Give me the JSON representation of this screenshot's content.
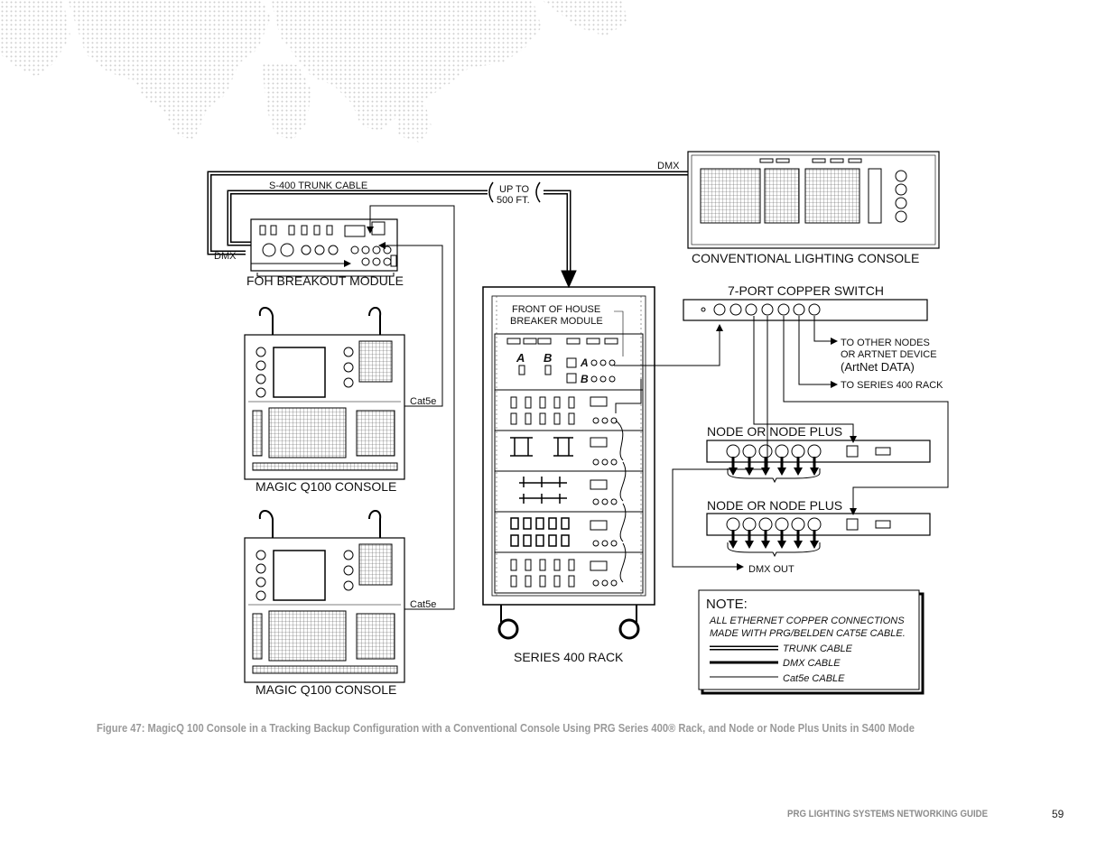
{
  "labels": {
    "dmx_top": "DMX",
    "trunk_cable": "S-400 TRUNK CABLE",
    "up_to_1": "UP TO",
    "up_to_2": "500 FT.",
    "dmx_left": "DMX",
    "foh_module": "FOH  BREAKOUT MODULE",
    "conventional_console": "CONVENTIONAL LIGHTING CONSOLE",
    "switch": "7-PORT COPPER SWITCH",
    "foh_breaker_1": "FRONT OF HOUSE",
    "foh_breaker_2": "BREAKER MODULE",
    "cat5e_1": "Cat5e",
    "cat5e_2": "Cat5e",
    "magic_console_1": "MAGIC Q100 CONSOLE",
    "magic_console_2": "MAGIC Q100 CONSOLE",
    "rack": "SERIES 400 RACK",
    "port_a": "A",
    "port_b": "B",
    "port_a2": "A",
    "port_b2": "B",
    "to_other_1": "TO OTHER NODES",
    "to_other_2": "OR ARTNET DEVICE",
    "to_other_3": "(ArtNet DATA)",
    "to_series": "TO SERIES 400 RACK",
    "node_1": "NODE OR NODE PLUS",
    "node_2": "NODE OR NODE PLUS",
    "dmx_out": "DMX OUT"
  },
  "note": {
    "title": "NOTE:",
    "line1": "ALL ETHERNET COPPER CONNECTIONS",
    "line2": "MADE WITH PRG/BELDEN CAT5E CABLE.",
    "legend_trunk": "TRUNK CABLE",
    "legend_dmx": "DMX CABLE",
    "legend_cat5e": "Cat5e CABLE"
  },
  "caption": "Figure 47:  MagicQ 100 Console in a Tracking Backup Configuration with a Conventional Console Using PRG Series 400® Rack, and Node or Node Plus Units in S400 Mode",
  "footer": {
    "title": "PRG LIGHTING SYSTEMS NETWORKING GUIDE",
    "page": "59"
  },
  "colors": {
    "map_dots": "#cfcfcf",
    "caption": "#9a9a9a"
  }
}
